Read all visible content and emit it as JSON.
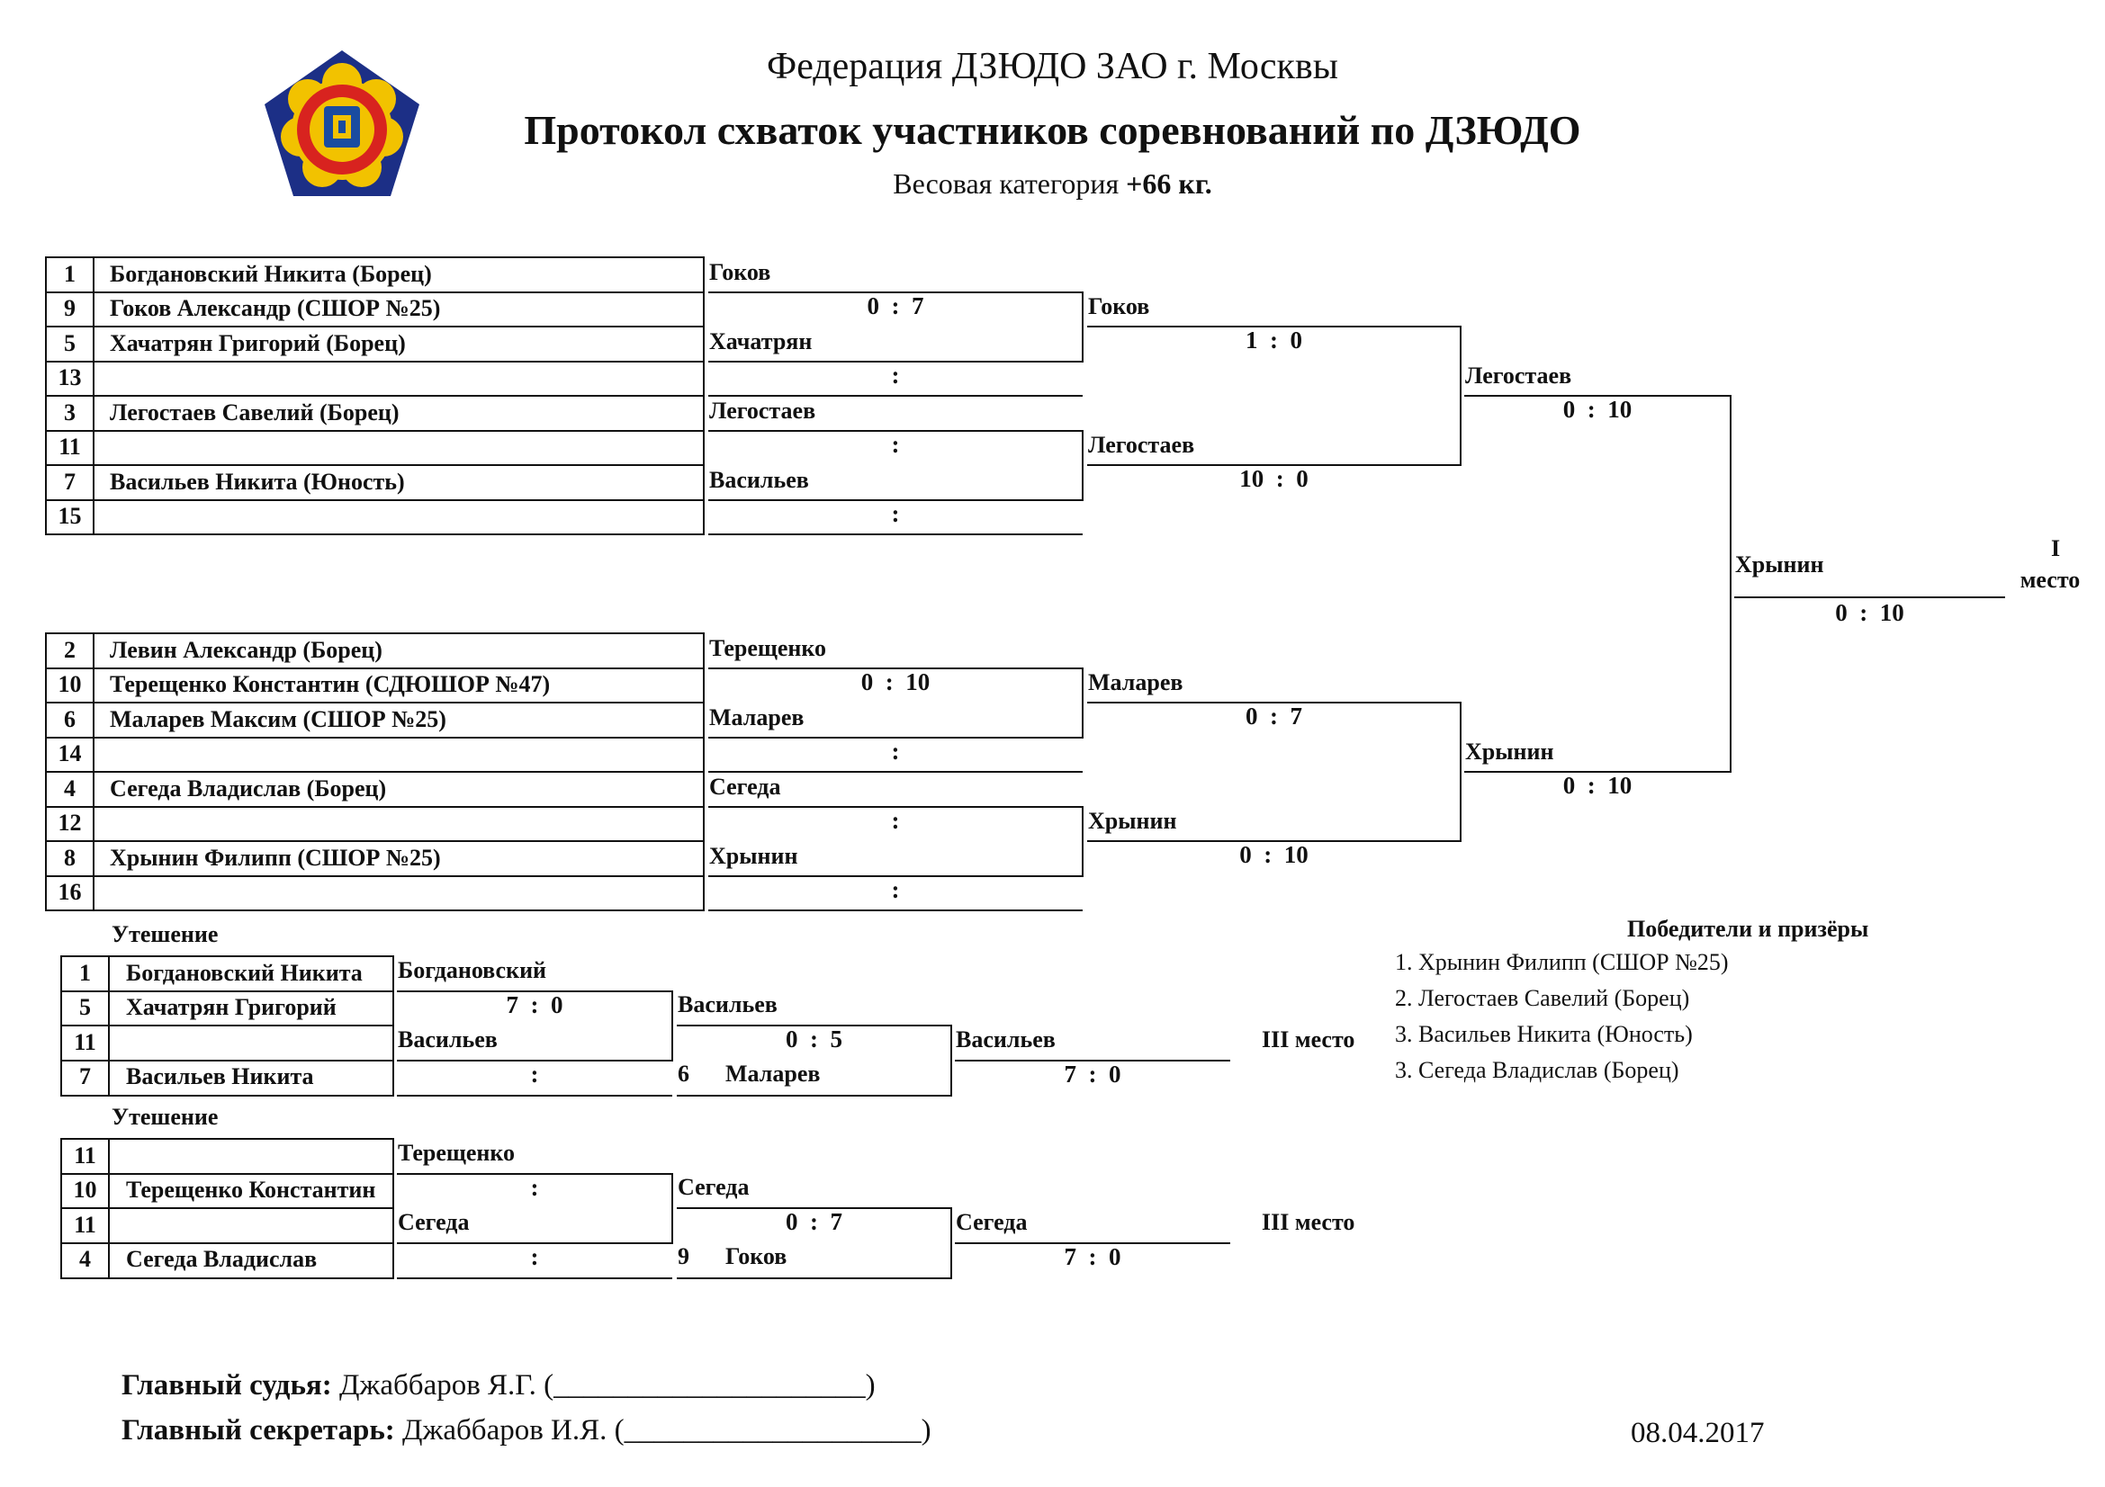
{
  "header": {
    "federation": "Федерация ДЗЮДО ЗАО г. Москвы",
    "title": "Протокол схваток участников соревнований по ДЗЮДО",
    "weight_label": "Весовая категория",
    "weight_value": "+66 кг."
  },
  "logo": {
    "icon": "federation-emblem-icon",
    "colors": {
      "outer": "#f2c200",
      "ring": "#d8231f",
      "inner": "#1a4ca0",
      "pentagon": "#1c2f86"
    }
  },
  "pool_a": {
    "rows": [
      {
        "num": "1",
        "name": "Богдановский Никита (Борец)"
      },
      {
        "num": "9",
        "name": "Гоков Александр (СШОР №25)"
      },
      {
        "num": "5",
        "name": "Хачатрян Григорий (Борец)"
      },
      {
        "num": "13",
        "name": ""
      },
      {
        "num": "3",
        "name": "Легостаев Савелий (Борец)"
      },
      {
        "num": "11",
        "name": ""
      },
      {
        "num": "7",
        "name": "Васильев Никита (Юность)"
      },
      {
        "num": "15",
        "name": ""
      }
    ],
    "r1": [
      {
        "winner": "Гоков",
        "score": "0  :  7"
      },
      {
        "winner": "Хачатрян",
        "score": ":"
      },
      {
        "winner": "Легостаев",
        "score": ":"
      },
      {
        "winner": "Васильев",
        "score": ":"
      }
    ],
    "r2": [
      {
        "winner": "Гоков",
        "score": "1  :  0"
      },
      {
        "winner": "Легостаев",
        "score": "10  :  0"
      }
    ],
    "r3": {
      "winner": "Легостаев",
      "score": "0  :  10"
    }
  },
  "pool_b": {
    "rows": [
      {
        "num": "2",
        "name": "Левин Александр (Борец)"
      },
      {
        "num": "10",
        "name": "Терещенко Константин (СДЮШОР №47)"
      },
      {
        "num": "6",
        "name": "Маларев Максим (СШОР №25)"
      },
      {
        "num": "14",
        "name": ""
      },
      {
        "num": "4",
        "name": "Сегеда Владислав (Борец)"
      },
      {
        "num": "12",
        "name": ""
      },
      {
        "num": "8",
        "name": "Хрынин Филипп (СШОР №25)"
      },
      {
        "num": "16",
        "name": ""
      }
    ],
    "r1": [
      {
        "winner": "Терещенко",
        "score": "0  :  10"
      },
      {
        "winner": "Маларев",
        "score": ":"
      },
      {
        "winner": "Сегеда",
        "score": ":"
      },
      {
        "winner": "Хрынин",
        "score": ":"
      }
    ],
    "r2": [
      {
        "winner": "Маларев",
        "score": "0  :  7"
      },
      {
        "winner": "Хрынин",
        "score": "0  :  10"
      }
    ],
    "r3": {
      "winner": "Хрынин",
      "score": "0  :  10"
    }
  },
  "final": {
    "winner": "Хрынин",
    "score": "0  :  10",
    "place_label_1": "I",
    "place_label_2": "место"
  },
  "consolation_a": {
    "title": "Утешение",
    "rows": [
      {
        "num": "1",
        "name": "Богдановский Никита"
      },
      {
        "num": "5",
        "name": "Хачатрян Григорий"
      },
      {
        "num": "11",
        "name": ""
      },
      {
        "num": "7",
        "name": "Васильев Никита"
      }
    ],
    "r1": [
      {
        "winner": "Богдановский",
        "score": "7  :  0"
      },
      {
        "winner": "Васильев",
        "score": ":"
      }
    ],
    "r2": {
      "winner": "Васильев",
      "score": "0  :  5"
    },
    "opponent": {
      "num": "6",
      "name": "Маларев"
    },
    "r3": {
      "winner": "Васильев",
      "score": "7  :  0"
    },
    "place": "III место"
  },
  "consolation_b": {
    "title": "Утешение",
    "rows": [
      {
        "num": "11",
        "name": ""
      },
      {
        "num": "10",
        "name": "Терещенко Константин"
      },
      {
        "num": "11",
        "name": ""
      },
      {
        "num": "4",
        "name": "Сегеда Владислав"
      }
    ],
    "r1": [
      {
        "winner": "Терещенко",
        "score": ":"
      },
      {
        "winner": "Сегеда",
        "score": ":"
      }
    ],
    "r2": {
      "winner": "Сегеда",
      "score": "0  :  7"
    },
    "opponent": {
      "num": "9",
      "name": "Гоков"
    },
    "r3": {
      "winner": "Сегеда",
      "score": "7  :  0"
    },
    "place": "III место"
  },
  "winners": {
    "title": "Победители и призёры",
    "list": [
      "1. Хрынин Филипп (СШОР №25)",
      "2. Легостаев Савелий (Борец)",
      "3. Васильев Никита (Юность)",
      "3. Сегеда Владислав (Борец)"
    ]
  },
  "footer": {
    "judge_label": "Главный судья:",
    "judge_name": "Джаббаров Я.Г. (_____________________)",
    "secretary_label": "Главный секретарь:",
    "secretary_name": "Джаббаров И.Я. (____________________)",
    "date": "08.04.2017"
  }
}
